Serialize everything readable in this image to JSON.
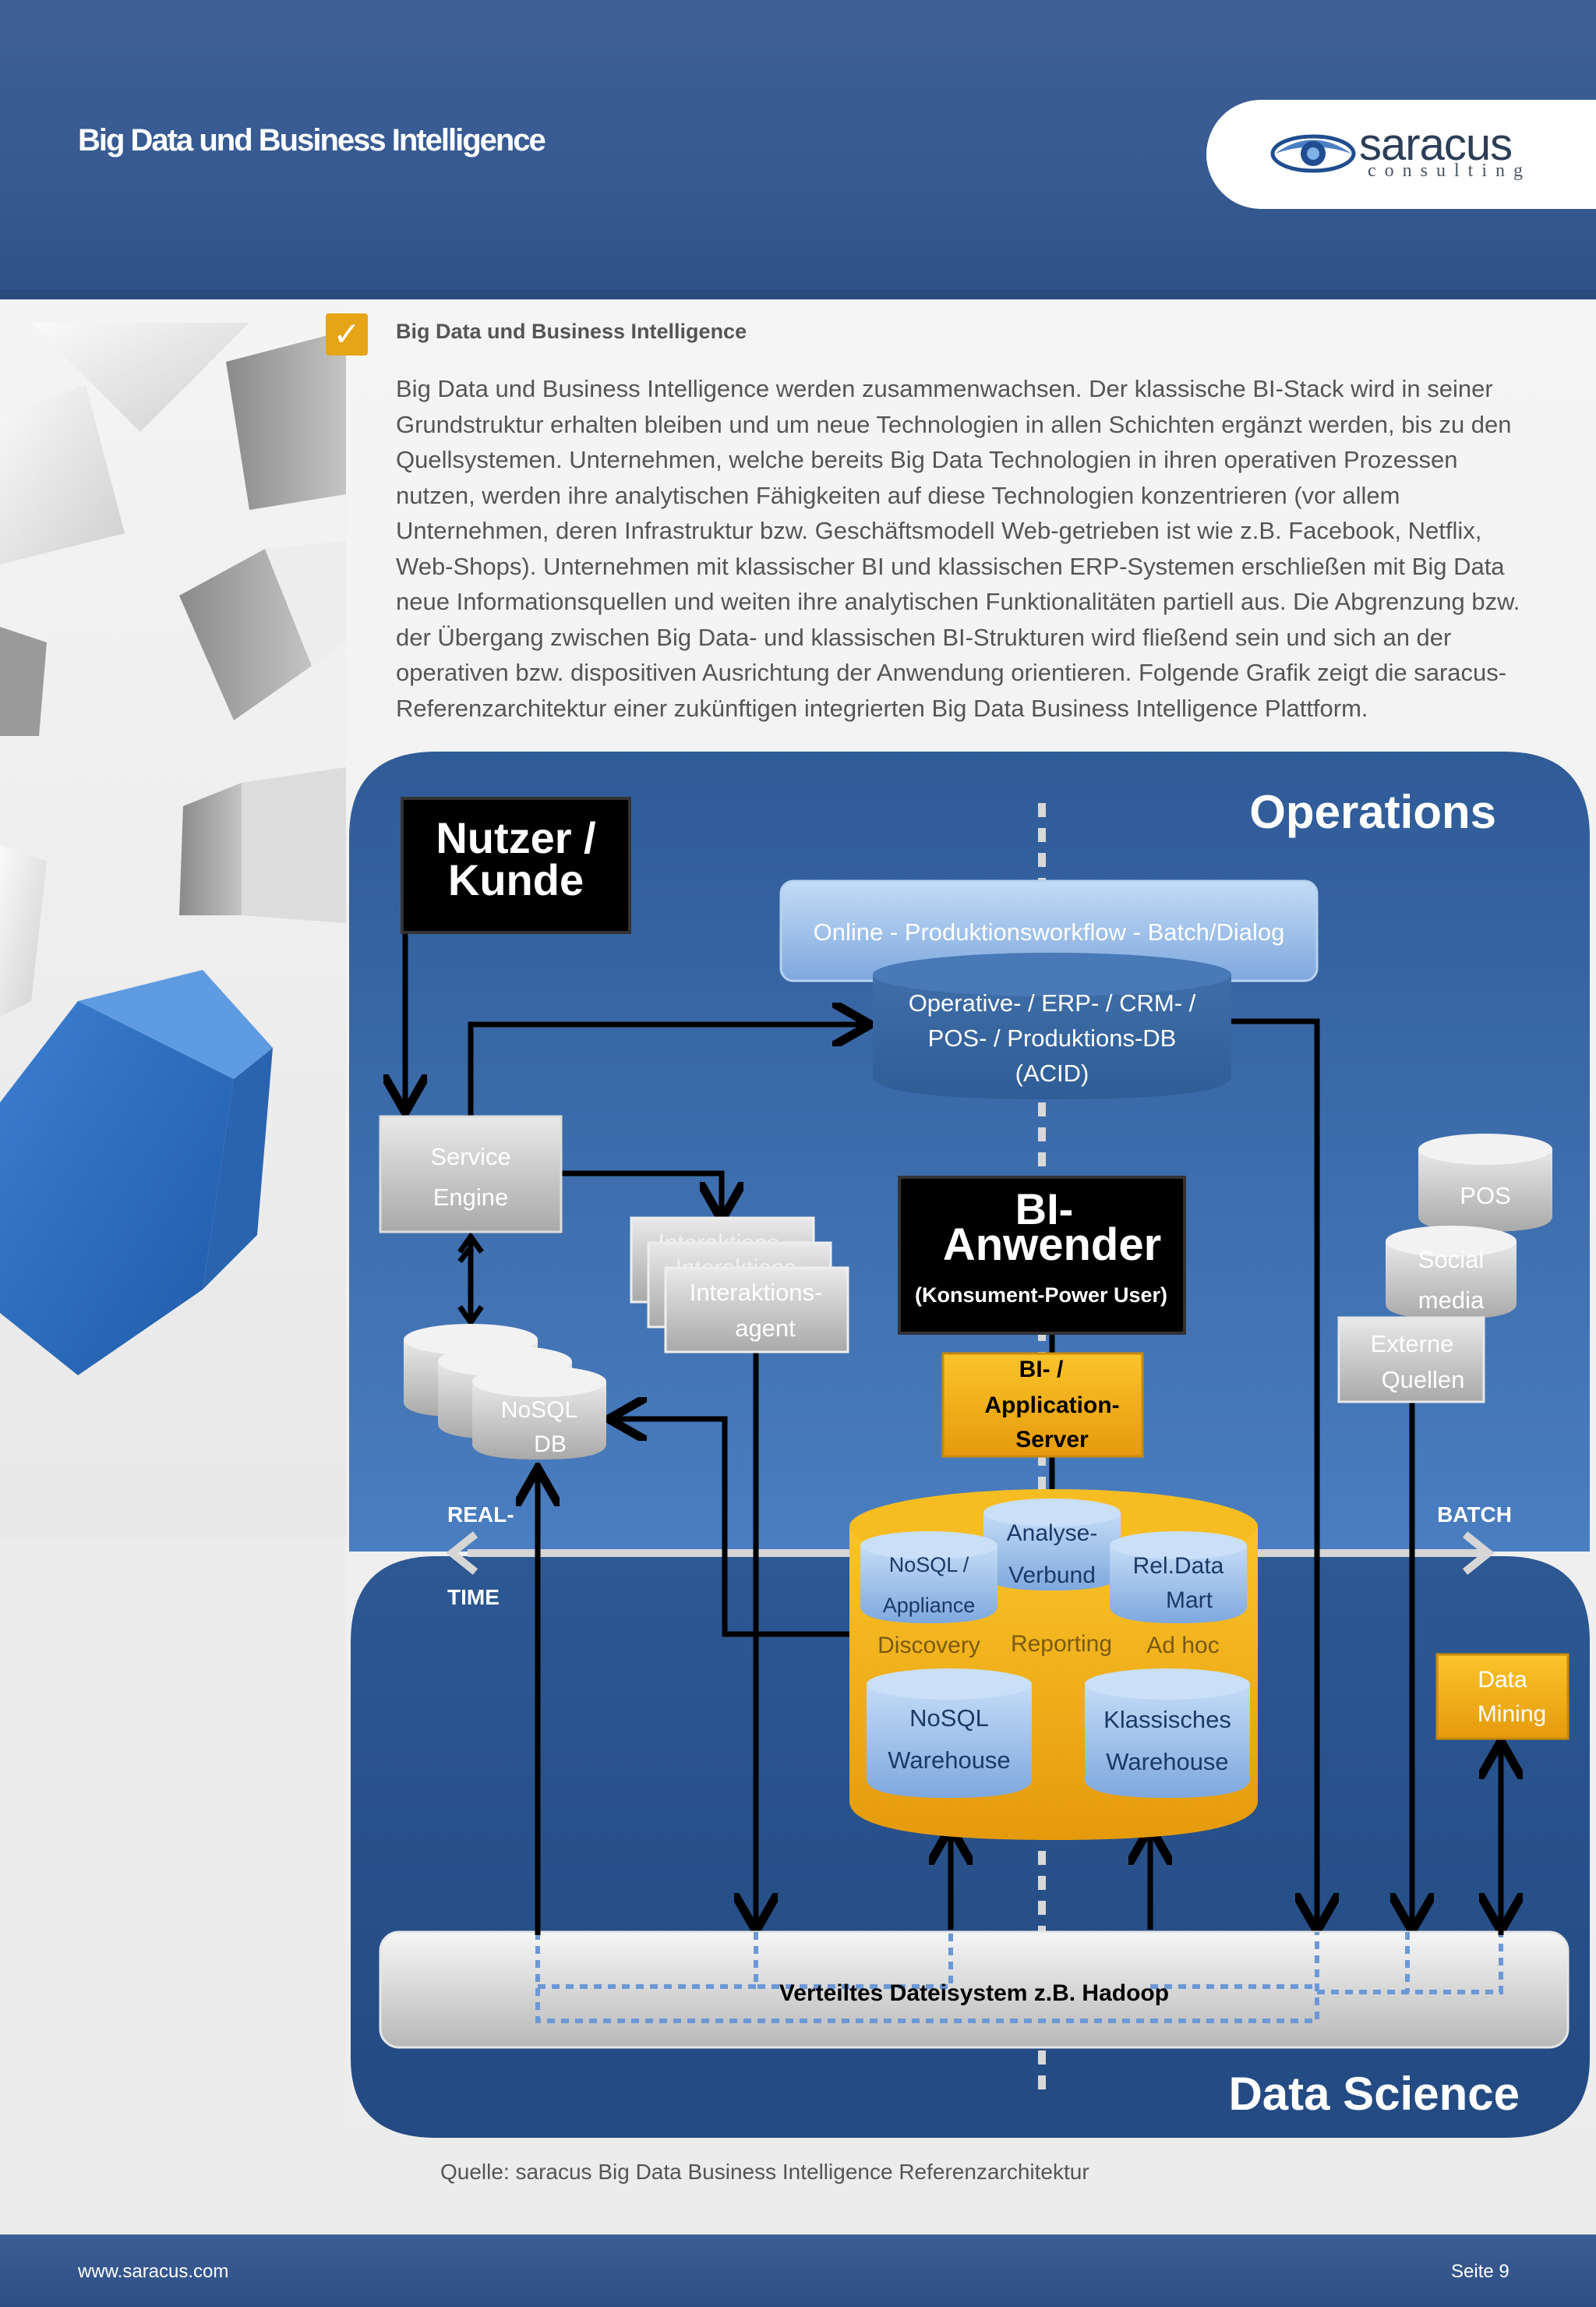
{
  "header": {
    "title": "Big Data und Business Intelligence"
  },
  "logo": {
    "name": "saracus",
    "sub": "consulting"
  },
  "section": {
    "title": "Big Data und Business Intelligence",
    "paragraph": "Big Data und Business Intelligence werden zusammenwachsen. Der klassische BI-Stack wird in seiner Grundstruktur erhalten bleiben und um neue Technologien in allen Schichten ergänzt werden, bis zu den Quellsystemen. Unternehmen, welche bereits Big Data Technologien in ihren operativen Prozessen nutzen, werden ihre analytischen Fähigkeiten auf diese Technologien konzentrieren (vor allem Unternehmen, deren Infrastruktur bzw. Geschäftsmodell Web-getrieben ist wie z.B. Facebook, Netflix, Web-Shops). Unternehmen mit klassischer BI und klassischen ERP-Systemen erschließen mit Big Data neue Informationsquellen und weiten ihre analytischen Funktionalitäten partiell aus. Die Abgrenzung bzw. der Übergang zwischen Big Data- und klassischen BI-Strukturen wird fließend sein und sich an der operativen bzw. dispositiven Ausrichtung der Anwendung orientieren. Folgende Grafik zeigt die saracus-Referenzarchitektur einer zukünftigen integrierten Big Data Business Intelligence Plattform."
  },
  "diagram": {
    "operations": "Operations",
    "data_science": "Data Science",
    "nutzer_1": "Nutzer /",
    "nutzer_2": "Kunde",
    "online_workflow": "Online - Produktionsworkflow - Batch/Dialog",
    "erp_1": "Operative- / ERP- / CRM- /",
    "erp_2": "POS- / Produktions-DB",
    "erp_3": "(ACID)",
    "service_1": "Service",
    "service_2": "Engine",
    "interaktion_back": "Interaktions-",
    "interaktion_1": "Interaktions-",
    "interaktion_2": "agent",
    "bi_1": "BI-",
    "bi_2": "Anwender",
    "bi_3": "(Konsument-Power User)",
    "appserver_1": "BI- /",
    "appserver_2": "Application-",
    "appserver_3": "Server",
    "pos": "POS",
    "social_1": "Social",
    "social_2": "media",
    "externe_1": "Externe",
    "externe_2": "Quellen",
    "nosql_db_1": "NoSQL",
    "nosql_db_2": "DB",
    "realtime_1": "REAL-",
    "realtime_2": "TIME",
    "batch": "BATCH",
    "analyse_1": "Analyse-",
    "analyse_2": "Verbund",
    "nosql_app_1": "NoSQL /",
    "nosql_app_2": "Appliance",
    "reldata_1": "Rel.Data",
    "reldata_2": "Mart",
    "discovery": "Discovery",
    "reporting": "Reporting",
    "adhoc": "Ad hoc",
    "nosql_wh_1": "NoSQL",
    "nosql_wh_2": "Warehouse",
    "klass_wh_1": "Klassisches",
    "klass_wh_2": "Warehouse",
    "datamining_1": "Data",
    "datamining_2": "Mining",
    "hadoop": "Verteiltes Dateisystem z.B. Hadoop"
  },
  "caption": "Quelle: saracus Big Data Business Intelligence Referenzarchitektur",
  "footer": {
    "url": "www.saracus.com",
    "page": "Seite  9"
  },
  "colors": {
    "header_blue": "#365a92",
    "panel_blue": "#2f5d9a",
    "accent_orange": "#f2b51c"
  }
}
